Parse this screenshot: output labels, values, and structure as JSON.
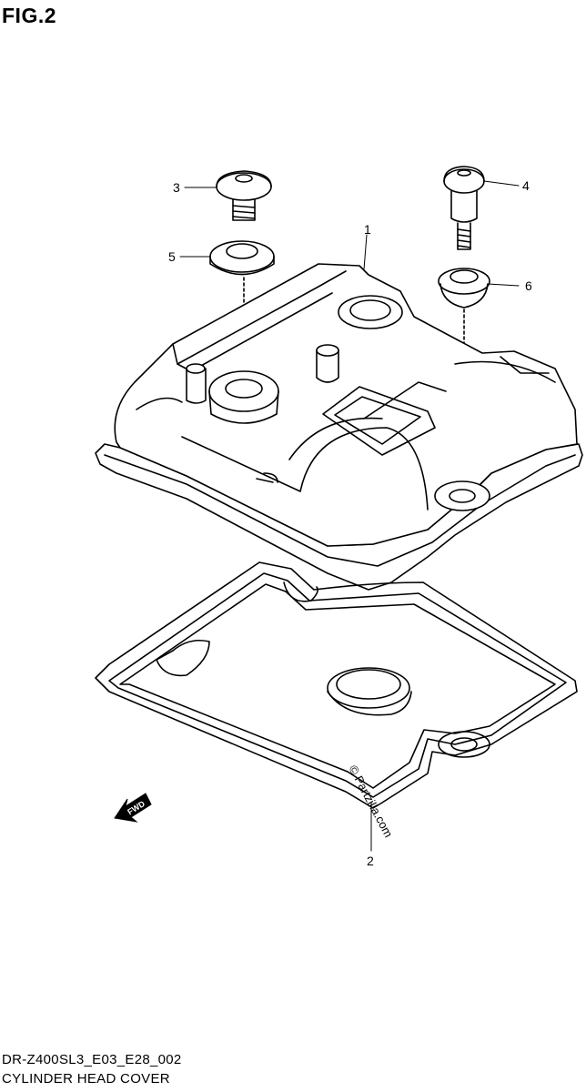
{
  "figure": {
    "title": "FIG.2"
  },
  "callouts": [
    {
      "id": "1",
      "label": "1"
    },
    {
      "id": "2",
      "label": "2"
    },
    {
      "id": "3",
      "label": "3"
    },
    {
      "id": "4",
      "label": "4"
    },
    {
      "id": "5",
      "label": "5"
    },
    {
      "id": "6",
      "label": "6"
    }
  ],
  "fwd_label": "FWD",
  "watermark": "© Partzilla.com",
  "footer": {
    "code": "DR-Z400SL3_E03_E28_002",
    "name": "CYLINDER HEAD COVER"
  }
}
